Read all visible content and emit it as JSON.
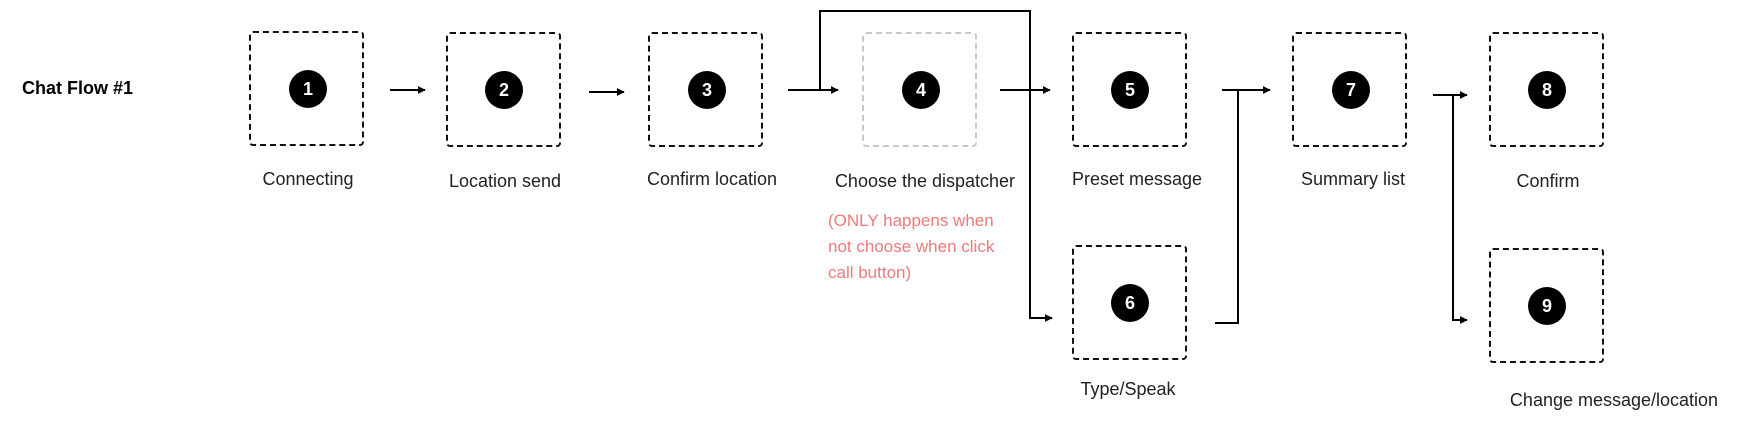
{
  "title": "Chat Flow #1",
  "colors": {
    "note": "#ee7a7a",
    "faded_border": "#c8c8c8",
    "ink": "#000000"
  },
  "steps": [
    {
      "num": "1",
      "label": "Connecting"
    },
    {
      "num": "2",
      "label": "Location send"
    },
    {
      "num": "3",
      "label": "Confirm location"
    },
    {
      "num": "4",
      "label": "Choose the dispatcher",
      "faded": true
    },
    {
      "num": "5",
      "label": "Preset message"
    },
    {
      "num": "6",
      "label": "Type/Speak"
    },
    {
      "num": "7",
      "label": "Summary list"
    },
    {
      "num": "8",
      "label": "Confirm"
    },
    {
      "num": "9",
      "label": "Change message/location"
    }
  ],
  "note_lines": [
    "(ONLY happens when",
    "not choose when click",
    "call button)"
  ]
}
